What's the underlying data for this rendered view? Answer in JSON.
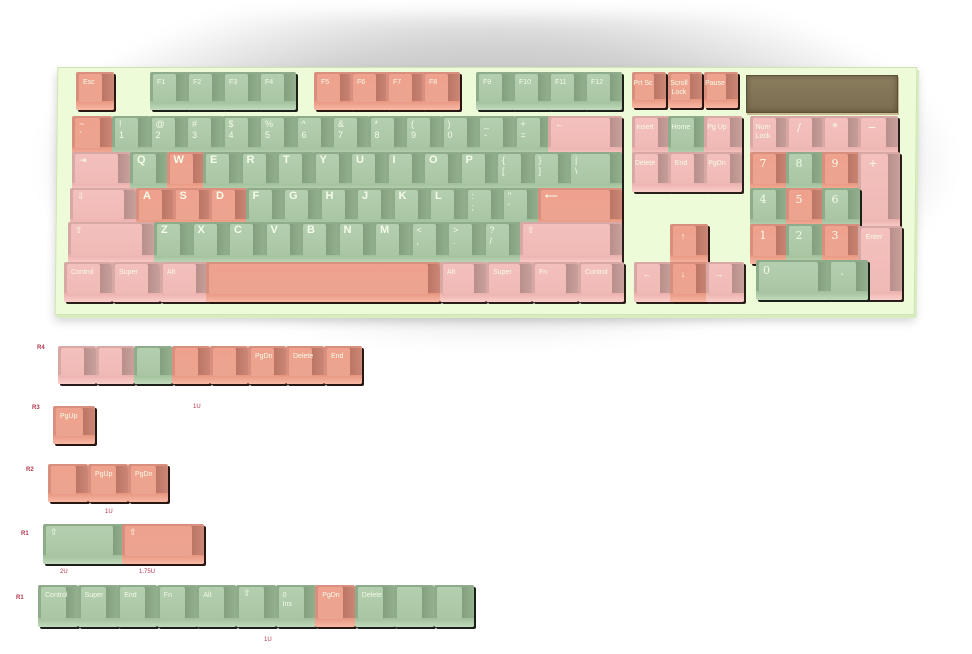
{
  "keyboard": {
    "function_row": [
      {
        "label": "Esc",
        "color": "salmon"
      },
      {
        "label": "F1",
        "color": "green"
      },
      {
        "label": "F2",
        "color": "green"
      },
      {
        "label": "F3",
        "color": "green"
      },
      {
        "label": "F4",
        "color": "green"
      },
      {
        "label": "F5",
        "color": "salmon"
      },
      {
        "label": "F6",
        "color": "salmon"
      },
      {
        "label": "F7",
        "color": "salmon"
      },
      {
        "label": "F8",
        "color": "salmon"
      },
      {
        "label": "F9",
        "color": "green"
      },
      {
        "label": "F10",
        "color": "green"
      },
      {
        "label": "F11",
        "color": "green"
      },
      {
        "label": "F12",
        "color": "green"
      },
      {
        "label": "Prt Sc",
        "color": "salmon"
      },
      {
        "label": "Scroll\nLock",
        "color": "salmon"
      },
      {
        "label": "Pause",
        "color": "salmon"
      }
    ],
    "number_row": [
      {
        "label": "~\n`",
        "color": "salmon"
      },
      {
        "label": "!\n1",
        "color": "green"
      },
      {
        "label": "@\n2",
        "color": "green"
      },
      {
        "label": "#\n3",
        "color": "green"
      },
      {
        "label": "$\n4",
        "color": "green"
      },
      {
        "label": "%\n5",
        "color": "green"
      },
      {
        "label": "^\n6",
        "color": "green"
      },
      {
        "label": "&\n7",
        "color": "green"
      },
      {
        "label": "*\n8",
        "color": "green"
      },
      {
        "label": "(\n9",
        "color": "green"
      },
      {
        "label": ")\n0",
        "color": "green"
      },
      {
        "label": "_\n-",
        "color": "green"
      },
      {
        "label": "+\n=",
        "color": "green"
      },
      {
        "label": "←",
        "color": "pink"
      }
    ],
    "qwerty_row": [
      {
        "label": "⇥",
        "color": "pink"
      },
      {
        "label": "Q",
        "color": "green"
      },
      {
        "label": "W",
        "color": "salmon"
      },
      {
        "label": "E",
        "color": "green"
      },
      {
        "label": "R",
        "color": "green"
      },
      {
        "label": "T",
        "color": "green"
      },
      {
        "label": "Y",
        "color": "green"
      },
      {
        "label": "U",
        "color": "green"
      },
      {
        "label": "I",
        "color": "green"
      },
      {
        "label": "O",
        "color": "green"
      },
      {
        "label": "P",
        "color": "green"
      },
      {
        "label": "{\n[",
        "color": "green"
      },
      {
        "label": "}\n]",
        "color": "green"
      },
      {
        "label": "|\n\\",
        "color": "green"
      }
    ],
    "home_row": [
      {
        "label": "⇩",
        "color": "pink"
      },
      {
        "label": "A",
        "color": "salmon"
      },
      {
        "label": "S",
        "color": "salmon"
      },
      {
        "label": "D",
        "color": "salmon"
      },
      {
        "label": "F",
        "color": "green"
      },
      {
        "label": "G",
        "color": "green"
      },
      {
        "label": "H",
        "color": "green"
      },
      {
        "label": "J",
        "color": "green"
      },
      {
        "label": "K",
        "color": "green"
      },
      {
        "label": "L",
        "color": "green"
      },
      {
        "label": ":\n;",
        "color": "green"
      },
      {
        "label": "\"\n'",
        "color": "green"
      },
      {
        "label": "⟵",
        "color": "salmon"
      }
    ],
    "shift_row": [
      {
        "label": "⇧",
        "color": "pink"
      },
      {
        "label": "Z",
        "color": "green"
      },
      {
        "label": "X",
        "color": "green"
      },
      {
        "label": "C",
        "color": "green"
      },
      {
        "label": "V",
        "color": "green"
      },
      {
        "label": "B",
        "color": "green"
      },
      {
        "label": "N",
        "color": "green"
      },
      {
        "label": "M",
        "color": "green"
      },
      {
        "label": "<\n,",
        "color": "green"
      },
      {
        "label": ">\n.",
        "color": "green"
      },
      {
        "label": "?\n/",
        "color": "green"
      },
      {
        "label": "⇧",
        "color": "pink"
      }
    ],
    "bottom_row": [
      {
        "label": "Control",
        "color": "pink"
      },
      {
        "label": "Super",
        "color": "pink"
      },
      {
        "label": "Alt",
        "color": "pink"
      },
      {
        "label": "",
        "color": "salmon"
      },
      {
        "label": "Alt",
        "color": "pink"
      },
      {
        "label": "Super",
        "color": "pink"
      },
      {
        "label": "Fn",
        "color": "pink"
      },
      {
        "label": "Control",
        "color": "pink"
      }
    ],
    "nav_cluster": [
      {
        "label": "Insert",
        "color": "pink"
      },
      {
        "label": "Home",
        "color": "green"
      },
      {
        "label": "Pg Up",
        "color": "pink"
      },
      {
        "label": "Delete",
        "color": "pink"
      },
      {
        "label": "End",
        "color": "pink"
      },
      {
        "label": "PgDn",
        "color": "pink"
      }
    ],
    "arrows": [
      {
        "label": "↑",
        "color": "salmon"
      },
      {
        "label": "←",
        "color": "pink"
      },
      {
        "label": "↓",
        "color": "salmon"
      },
      {
        "label": "→",
        "color": "pink"
      }
    ],
    "numpad": [
      {
        "label": "Num\nLock",
        "color": "pink"
      },
      {
        "label": "/",
        "color": "pink"
      },
      {
        "label": "*",
        "color": "pink"
      },
      {
        "label": "−",
        "color": "pink"
      },
      {
        "label": "7",
        "color": "salmon"
      },
      {
        "label": "8",
        "color": "green"
      },
      {
        "label": "9",
        "color": "salmon"
      },
      {
        "label": "+",
        "color": "pink"
      },
      {
        "label": "4",
        "color": "green"
      },
      {
        "label": "5",
        "color": "salmon"
      },
      {
        "label": "6",
        "color": "green"
      },
      {
        "label": "1",
        "color": "salmon"
      },
      {
        "label": "2",
        "color": "green"
      },
      {
        "label": "3",
        "color": "salmon"
      },
      {
        "label": "Enter",
        "color": "pink"
      },
      {
        "label": "0",
        "color": "green"
      },
      {
        "label": ".",
        "color": "green"
      }
    ]
  },
  "extras": {
    "r4": {
      "row_label": "R4",
      "size_label": "1U",
      "keys": [
        {
          "label": "",
          "color": "pink"
        },
        {
          "label": "",
          "color": "pink"
        },
        {
          "label": "",
          "color": "green"
        },
        {
          "label": "",
          "color": "salmon"
        },
        {
          "label": "",
          "color": "salmon"
        },
        {
          "label": "PgDn",
          "color": "salmon"
        },
        {
          "label": "Delete",
          "color": "salmon"
        },
        {
          "label": "End",
          "color": "salmon"
        }
      ]
    },
    "r3": {
      "row_label": "R3",
      "keys": [
        {
          "label": "PgUp",
          "color": "salmon"
        }
      ]
    },
    "r2": {
      "row_label": "R2",
      "size_label": "1U",
      "keys": [
        {
          "label": "",
          "color": "salmon"
        },
        {
          "label": "PgUp",
          "color": "salmon"
        },
        {
          "label": "PgDn",
          "color": "salmon"
        }
      ]
    },
    "r1_shift": {
      "row_label": "R1",
      "keys": [
        {
          "label": "⇧",
          "color": "green",
          "size": "2U"
        },
        {
          "label": "⇧",
          "color": "salmon",
          "size": "1.75U"
        }
      ]
    },
    "r1_mods": {
      "row_label": "R1",
      "size_label": "1U",
      "keys": [
        {
          "label": "Control",
          "color": "green"
        },
        {
          "label": "Super",
          "color": "green"
        },
        {
          "label": "End",
          "color": "green"
        },
        {
          "label": "Fn",
          "color": "green"
        },
        {
          "label": "Alt",
          "color": "green"
        },
        {
          "label": "⇧",
          "color": "green"
        },
        {
          "label": "0\nIns",
          "color": "green"
        },
        {
          "label": "PgDn",
          "color": "salmon"
        },
        {
          "label": "Delete",
          "color": "green"
        },
        {
          "label": "",
          "color": "green"
        },
        {
          "label": "",
          "color": "green"
        }
      ]
    }
  }
}
